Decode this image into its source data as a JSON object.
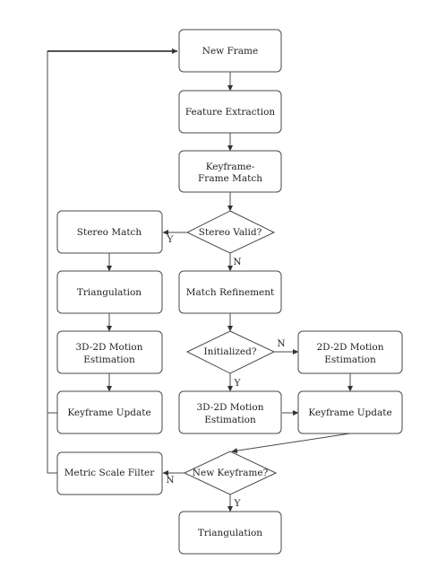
{
  "nodes": {
    "new_frame": "New Frame",
    "feature_extraction": "Feature Extraction",
    "keyframe_match_line1": "Keyframe-",
    "keyframe_match_line2": "Frame Match",
    "stereo_valid": "Stereo Valid?",
    "stereo_match": "Stereo Match",
    "triangulation_left": "Triangulation",
    "motion_3d2d_left_line1": "3D-2D Motion",
    "motion_3d2d_left_line2": "Estimation",
    "keyframe_update_left": "Keyframe Update",
    "match_refinement": "Match Refinement",
    "initialized": "Initialized?",
    "motion_2d2d_line1": "2D-2D Motion",
    "motion_2d2d_line2": "Estimation",
    "motion_3d2d_mid_line1": "3D-2D Motion",
    "motion_3d2d_mid_line2": "Estimation",
    "keyframe_update_right": "Keyframe Update",
    "new_keyframe": "New Keyframe?",
    "metric_scale_filter": "Metric Scale Filter",
    "triangulation_bottom": "Triangulation"
  },
  "edge_labels": {
    "stereo_yes": "Y",
    "stereo_no": "N",
    "initialized_no": "N",
    "initialized_yes": "Y",
    "newkf_no": "N",
    "newkf_yes": "Y"
  }
}
